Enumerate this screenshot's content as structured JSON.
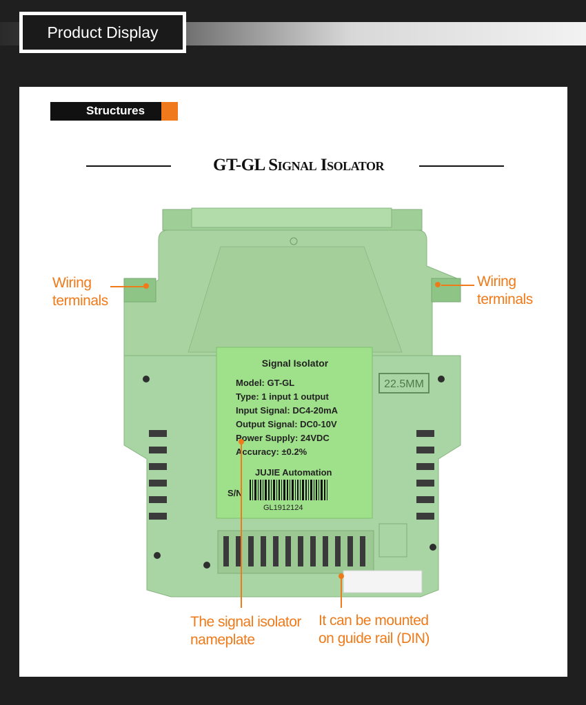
{
  "header": {
    "title": "Product Display"
  },
  "section": {
    "label": "Structures"
  },
  "product": {
    "title": "GT-GL Signal Isolator"
  },
  "nameplate": {
    "title": "Signal Isolator",
    "lines": [
      "Model: GT-GL",
      "Type: 1 input 1 output",
      "Input Signal: DC4-20mA",
      "Output Signal: DC0-10V",
      "Power Supply: 24VDC",
      "Accuracy: ±0.2%"
    ],
    "maker": "JUJIE Automation",
    "sn_label": "S/N",
    "serial": "GL1912124",
    "width_badge": "22.5MM"
  },
  "callouts": {
    "left_terminals": [
      "Wiring",
      "terminals"
    ],
    "right_terminals": [
      "Wiring",
      "terminals"
    ],
    "nameplate": [
      "The signal isolator",
      "nameplate"
    ],
    "rail": [
      "It can be mounted",
      "on guide rail (DIN)"
    ]
  },
  "colors": {
    "accent": "#ef7a1a",
    "device": "#a9d4a3",
    "label": "#9fe08a"
  }
}
